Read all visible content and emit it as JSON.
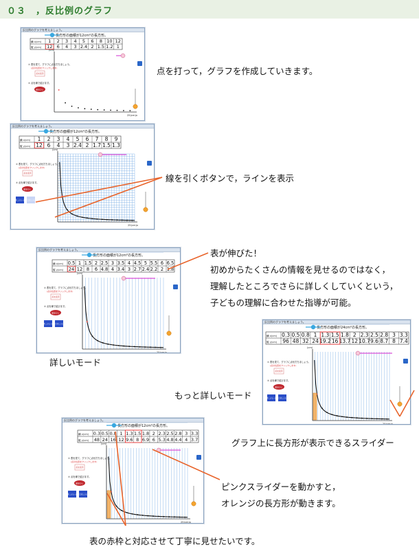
{
  "header": {
    "title": "０３　，反比例のグラフ"
  },
  "common": {
    "prompt": "反比例のグラフを考えましょう。",
    "row_x": "横 x(cm)",
    "row_y": "縦 y(cm)",
    "y_unit": "(cm)",
    "x_axis": "25(cm)x",
    "step1": "① 表を見て、グラフに点を打ちましょう。",
    "step1_note": "(点の位置をクリックします)",
    "btn_show": "点を表示",
    "step2": "② 点を線で結びます。",
    "btn_line": "線をひく",
    "btn_detail": "詳しいモード",
    "btn_more": "もっと詳しいモード"
  },
  "shots": [
    {
      "title": "長方形の面積が12cm²の長方形。",
      "xs": [
        "1",
        "2",
        "3",
        "4",
        "5",
        "6",
        "8",
        "10",
        "12"
      ],
      "ys": [
        "12",
        "6",
        "4",
        "3",
        "2.4",
        "2",
        "1.5",
        "1.2",
        "1"
      ]
    },
    {
      "title": "長方形の面積が12cm²の長方形。",
      "xs": [
        "1",
        "2",
        "3",
        "4",
        "5",
        "6",
        "7",
        "8",
        "9"
      ],
      "ys": [
        "12",
        "6",
        "4",
        "3",
        "2.4",
        "2",
        "1.7",
        "1.5",
        "1.3"
      ]
    },
    {
      "title": "長方形の面積が12cm²の長方形。",
      "xs": [
        "0.5",
        "1",
        "1.5",
        "2",
        "2.5",
        "3",
        "3.5",
        "4",
        "4.5",
        "5",
        "5.5",
        "6",
        "6.5"
      ],
      "ys": [
        "24",
        "12",
        "8",
        "6",
        "4.8",
        "4",
        "3.4",
        "3",
        "2.7",
        "2.4",
        "2.2",
        "2",
        "1.8"
      ]
    },
    {
      "title": "長方形の面積が24cm²の長方形。",
      "xs": [
        "0.3",
        "0.5",
        "0.8",
        "1",
        "1.3",
        "1.5",
        "1.8",
        "2",
        "2.3",
        "2.5",
        "2.8",
        "3",
        "3.3"
      ],
      "ys": [
        "96",
        "48",
        "32",
        "24",
        "19.2",
        "16",
        "13.7",
        "12",
        "10.7",
        "9.6",
        "8.7",
        "8",
        "7.4"
      ]
    },
    {
      "title": "長方形の面積が12cm²の長方形。",
      "xs": [
        "0.3",
        "0.5",
        "0.8",
        "1",
        "1.3",
        "1.5",
        "1.8",
        "2",
        "2.3",
        "2.5",
        "2.8",
        "3",
        "3.3"
      ],
      "ys": [
        "48",
        "24",
        "16",
        "12",
        "9.6",
        "8",
        "6.9",
        "6",
        "5.3",
        "4.8",
        "4.4",
        "4",
        "3.7"
      ]
    }
  ],
  "notes": {
    "n1": "点を打って，グラフを作成していきます。",
    "n2": "線を引くボタンで，ラインを表示",
    "n3_l1": "表が伸びた！",
    "n3_l2": "初めからたくさんの情報を見せるのではなく，",
    "n3_l3": "理解したところでさらに詳しくしていくという，",
    "n3_l4": "子どもの理解に合わせた指導が可能。",
    "n4": "詳しいモード",
    "n5": "もっと詳しいモード",
    "n6": "グラフ上に長方形が表示できるスライダー",
    "n7_l1": "ピンクスライダーを動かすと，",
    "n7_l2": "オレンジの長方形が動きます。",
    "n8": "表の赤枠と対応させて丁寧に見せたいです。"
  },
  "colors": {
    "accent": "#e8632a",
    "grid": "#7fb0e6",
    "slider": "#d94fd8",
    "header": "#2e7d2e"
  }
}
